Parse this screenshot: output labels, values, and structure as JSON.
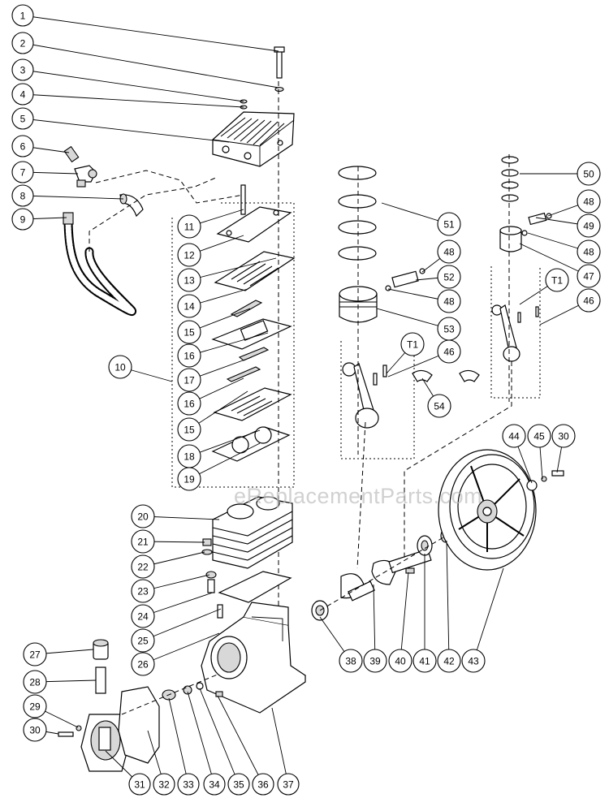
{
  "watermark": "eReplacementParts.com",
  "callouts": [
    {
      "label": "1"
    },
    {
      "label": "2"
    },
    {
      "label": "3"
    },
    {
      "label": "4"
    },
    {
      "label": "5"
    },
    {
      "label": "6"
    },
    {
      "label": "7"
    },
    {
      "label": "8"
    },
    {
      "label": "9"
    },
    {
      "label": "10"
    },
    {
      "label": "11"
    },
    {
      "label": "12"
    },
    {
      "label": "13"
    },
    {
      "label": "14"
    },
    {
      "label": "15"
    },
    {
      "label": "16"
    },
    {
      "label": "17"
    },
    {
      "label": "16"
    },
    {
      "label": "15"
    },
    {
      "label": "18"
    },
    {
      "label": "19"
    },
    {
      "label": "20"
    },
    {
      "label": "21"
    },
    {
      "label": "22"
    },
    {
      "label": "23"
    },
    {
      "label": "24"
    },
    {
      "label": "25"
    },
    {
      "label": "26"
    },
    {
      "label": "27"
    },
    {
      "label": "28"
    },
    {
      "label": "29"
    },
    {
      "label": "30"
    },
    {
      "label": "31"
    },
    {
      "label": "32"
    },
    {
      "label": "33"
    },
    {
      "label": "34"
    },
    {
      "label": "35"
    },
    {
      "label": "36"
    },
    {
      "label": "37"
    },
    {
      "label": "38"
    },
    {
      "label": "39"
    },
    {
      "label": "40"
    },
    {
      "label": "41"
    },
    {
      "label": "42"
    },
    {
      "label": "43"
    },
    {
      "label": "44"
    },
    {
      "label": "45"
    },
    {
      "label": "30"
    },
    {
      "label": "50"
    },
    {
      "label": "48"
    },
    {
      "label": "49"
    },
    {
      "label": "48"
    },
    {
      "label": "47"
    },
    {
      "label": "T1"
    },
    {
      "label": "46"
    },
    {
      "label": "51"
    },
    {
      "label": "48"
    },
    {
      "label": "52"
    },
    {
      "label": "48"
    },
    {
      "label": "53"
    },
    {
      "label": "T1"
    },
    {
      "label": "46"
    },
    {
      "label": "54"
    }
  ]
}
